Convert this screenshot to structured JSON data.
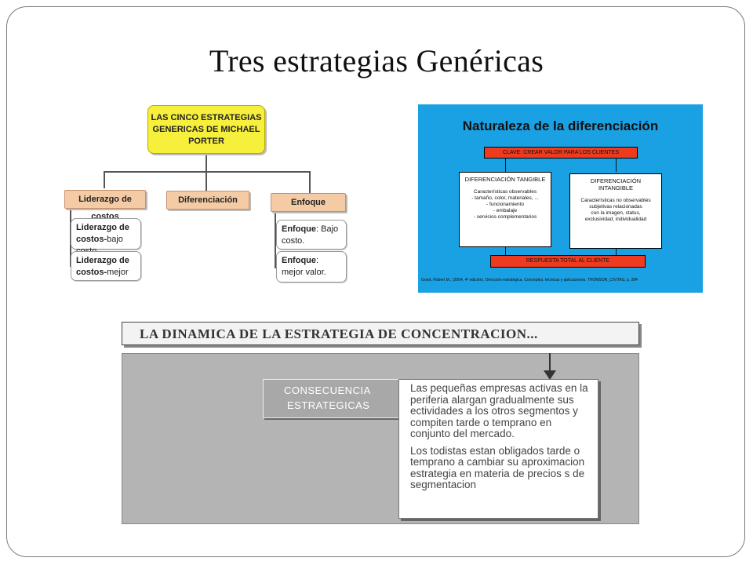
{
  "slide": {
    "title": "Tres estrategias Genéricas"
  },
  "porter": {
    "root": "LAS CINCO ESTRATEGIAS GENERICAS DE MICHAEL PORTER",
    "branches": {
      "costos": "Liderazgo  de costos",
      "diferenciacion": "Diferenciación",
      "enfoque": "Enfoque"
    },
    "sub_costos_1": {
      "bold": "Liderazgo de costos-",
      "rest": "bajo costo."
    },
    "sub_costos_2": {
      "bold": "Liderazgo de costos-",
      "rest": "mejor"
    },
    "sub_enfoque_1": {
      "bold": "Enfoque",
      "rest": ": Bajo costo."
    },
    "sub_enfoque_2": {
      "bold": "Enfoque",
      "rest": ": mejor valor."
    }
  },
  "diferenciacion": {
    "title": "Naturaleza de la diferenciación",
    "key": "CLAVE: CREAR VALOR PARA LOS CLIENTES",
    "tangible": {
      "heading": "DIFERENCIACIÓN TANGIBLE",
      "intro": "Características observables",
      "items": [
        "- tamaño, color, materiales, ...",
        "- funcionamiento",
        "- embalaje",
        "- servicios complementarios"
      ]
    },
    "intangible": {
      "heading": "DIFERENCIACIÓN INTANGIBLE",
      "lines": [
        "Características no observables",
        "subjetivas relacionadas",
        "con la imagen, status,",
        "exclusividad, individualidad"
      ]
    },
    "result": "RESPUESTA TOTAL AL CLIENTE",
    "citation": "Grant, Robert M.. (2004, 4ª edición). Dirección estratégica. Conceptos, técnicas y aplicaciones. THOMSON_CIVITAS, p. 284"
  },
  "concentracion": {
    "header": "LA DINAMICA DE LA ESTRATEGIA  DE CONCENTRACION...",
    "label_line1": "CONSECUENCIA",
    "label_line2": "ESTRATEGICAS",
    "paragraph1": "Las pequeñas empresas activas en la periferia alargan gradualmente sus ectividades a los otros segmentos y compiten tarde o temprano en  conjunto del mercado.",
    "paragraph2": "Los todistas estan obligados tarde o temprano a cambiar su aproximacion estrategia en materia de precios s de segmentacion"
  }
}
